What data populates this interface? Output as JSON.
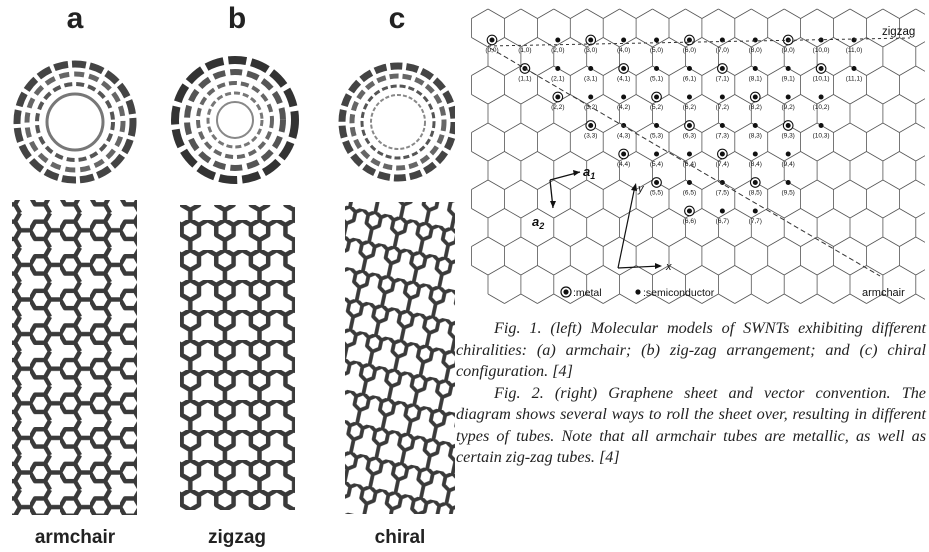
{
  "left_figure": {
    "panels": [
      {
        "letter": "a",
        "name": "armchair"
      },
      {
        "letter": "b",
        "name": "zigzag"
      },
      {
        "letter": "c",
        "name": "chiral"
      }
    ]
  },
  "graphene_diagram": {
    "zigzag_label": "zigzag",
    "armchair_label": "armchair",
    "legend_metal": ":metal",
    "legend_semiconductor": ":semiconductor",
    "vector_a1": "a",
    "vector_a1_sub": "1",
    "vector_a2": "a",
    "vector_a2_sub": "2",
    "axis_x": "x",
    "axis_y": "y",
    "lattice_rows": [
      {
        "row": 0,
        "cells": [
          {
            "label": "(0,0)",
            "type": "metal"
          },
          {
            "label": "(1,0)",
            "type": "none"
          },
          {
            "label": "(2,0)",
            "type": "semi"
          },
          {
            "label": "(3,0)",
            "type": "metal"
          },
          {
            "label": "(4,0)",
            "type": "semi"
          },
          {
            "label": "(5,0)",
            "type": "semi"
          },
          {
            "label": "(6,0)",
            "type": "metal"
          },
          {
            "label": "(7,0)",
            "type": "semi"
          },
          {
            "label": "(8,0)",
            "type": "semi"
          },
          {
            "label": "(9,0)",
            "type": "metal"
          },
          {
            "label": "(10,0)",
            "type": "semi"
          },
          {
            "label": "(11,0)",
            "type": "semi"
          }
        ]
      },
      {
        "row": 1,
        "cells": [
          {
            "label": "(1,1)",
            "type": "metal"
          },
          {
            "label": "(2,1)",
            "type": "semi"
          },
          {
            "label": "(3,1)",
            "type": "semi"
          },
          {
            "label": "(4,1)",
            "type": "metal"
          },
          {
            "label": "(5,1)",
            "type": "semi"
          },
          {
            "label": "(6,1)",
            "type": "semi"
          },
          {
            "label": "(7,1)",
            "type": "metal"
          },
          {
            "label": "(8,1)",
            "type": "semi"
          },
          {
            "label": "(9,1)",
            "type": "semi"
          },
          {
            "label": "(10,1)",
            "type": "metal"
          },
          {
            "label": "(11,1)",
            "type": "semi"
          }
        ]
      },
      {
        "row": 2,
        "cells": [
          {
            "label": "(2,2)",
            "type": "metal"
          },
          {
            "label": "(3,2)",
            "type": "semi"
          },
          {
            "label": "(4,2)",
            "type": "semi"
          },
          {
            "label": "(5,2)",
            "type": "metal"
          },
          {
            "label": "(6,2)",
            "type": "semi"
          },
          {
            "label": "(7,2)",
            "type": "semi"
          },
          {
            "label": "(8,2)",
            "type": "metal"
          },
          {
            "label": "(9,2)",
            "type": "semi"
          },
          {
            "label": "(10,2)",
            "type": "semi"
          }
        ]
      },
      {
        "row": 3,
        "cells": [
          {
            "label": "(3,3)",
            "type": "metal"
          },
          {
            "label": "(4,3)",
            "type": "semi"
          },
          {
            "label": "(5,3)",
            "type": "semi"
          },
          {
            "label": "(6,3)",
            "type": "metal"
          },
          {
            "label": "(7,3)",
            "type": "semi"
          },
          {
            "label": "(8,3)",
            "type": "semi"
          },
          {
            "label": "(9,3)",
            "type": "metal"
          },
          {
            "label": "(10,3)",
            "type": "semi"
          }
        ]
      },
      {
        "row": 4,
        "cells": [
          {
            "label": "(4,4)",
            "type": "metal"
          },
          {
            "label": "(5,4)",
            "type": "semi"
          },
          {
            "label": "(6,4)",
            "type": "semi"
          },
          {
            "label": "(7,4)",
            "type": "metal"
          },
          {
            "label": "(8,4)",
            "type": "semi"
          },
          {
            "label": "(9,4)",
            "type": "semi"
          }
        ]
      },
      {
        "row": 5,
        "cells": [
          {
            "label": "(5,5)",
            "type": "metal"
          },
          {
            "label": "(6,5)",
            "type": "semi"
          },
          {
            "label": "(7,5)",
            "type": "semi"
          },
          {
            "label": "(8,5)",
            "type": "metal"
          },
          {
            "label": "(9,5)",
            "type": "semi"
          }
        ]
      },
      {
        "row": 6,
        "cells": [
          {
            "label": "(6,6)",
            "type": "metal"
          },
          {
            "label": "(6,7)",
            "type": "semi"
          },
          {
            "label": "(7,7)",
            "type": "semi"
          }
        ]
      }
    ]
  },
  "caption": {
    "fig1": "Fig. 1. (left)  Molecular models of SWNTs exhibiting different chiralities: (a) armchair; (b) zig-zag arrangement; and (c) chiral configuration. [4]",
    "fig2": "Fig. 2. (right) Graphene sheet and vector convention. The diagram shows several ways to roll the sheet over, resulting in different types of tubes. Note that all armchair tubes are metallic, as well as certain zig-zag tubes. [4]"
  }
}
